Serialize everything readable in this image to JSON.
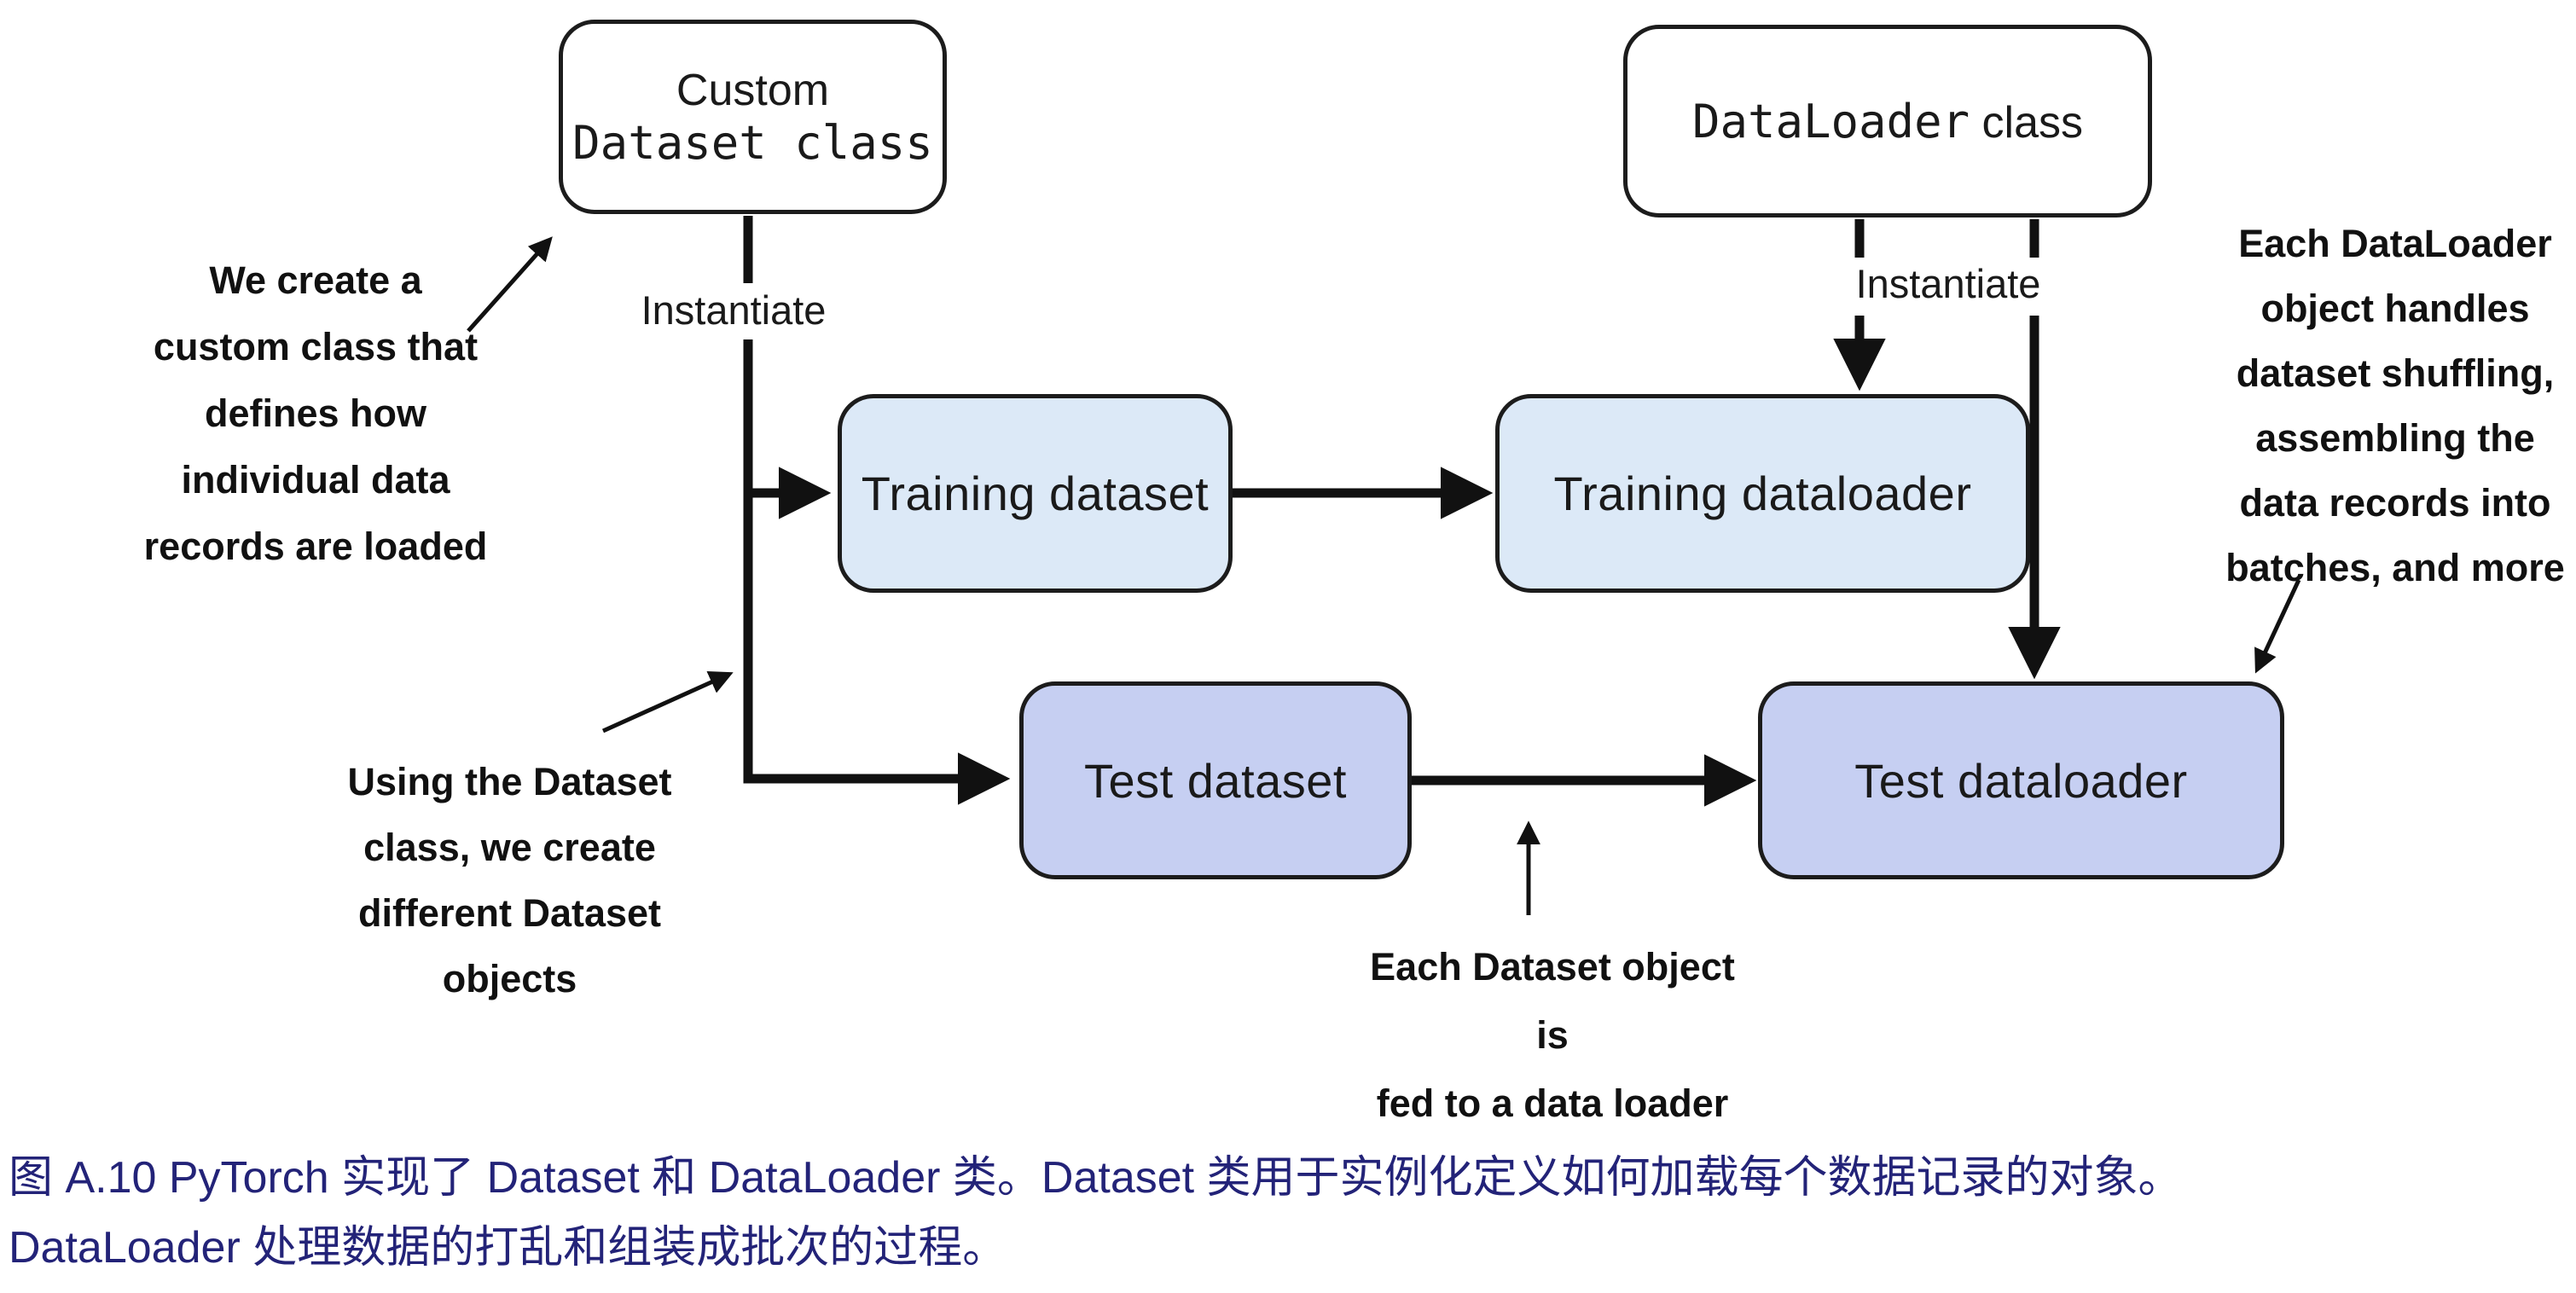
{
  "figure": {
    "boxes": {
      "custom_dataset_class": {
        "line1": "Custom",
        "line2_code": "Dataset class"
      },
      "dataloader_class": {
        "code": "DataLoader",
        "plain": " class"
      },
      "training_dataset": {
        "label": "Training dataset"
      },
      "training_dataloader": {
        "label": "Training dataloader"
      },
      "test_dataset": {
        "label": "Test dataset"
      },
      "test_dataloader": {
        "label": "Test dataloader"
      }
    },
    "edge_labels": {
      "instantiate_left": "Instantiate",
      "instantiate_right": "Instantiate"
    },
    "annotations": {
      "custom_class_note": {
        "lines": [
          "We create a",
          "custom class that",
          "defines how",
          "individual data",
          "records are loaded"
        ]
      },
      "dataset_objects_note": {
        "lines": [
          "Using the Dataset",
          "class, we create",
          "different Dataset",
          "objects"
        ]
      },
      "fed_to_loader_note": {
        "lines": [
          "Each Dataset object is",
          "fed to a data loader"
        ]
      },
      "dataloader_note": {
        "lines": [
          "Each DataLoader",
          "object handles",
          "dataset shuffling,",
          "assembling the",
          "data records into",
          "batches, and more"
        ]
      }
    },
    "colors": {
      "training_box_fill": "#dce9f7",
      "test_box_fill": "#c6cff2",
      "class_box_fill": "#ffffff",
      "box_border": "#1c1c1c",
      "connector": "#111111",
      "caption_text": "#232378"
    }
  },
  "caption": {
    "line1": "图 A.10 PyTorch 实现了 Dataset 和 DataLoader 类。Dataset 类用于实例化定义如何加载每个数据记录的对象。",
    "line2": "DataLoader 处理数据的打乱和组装成批次的过程。"
  }
}
